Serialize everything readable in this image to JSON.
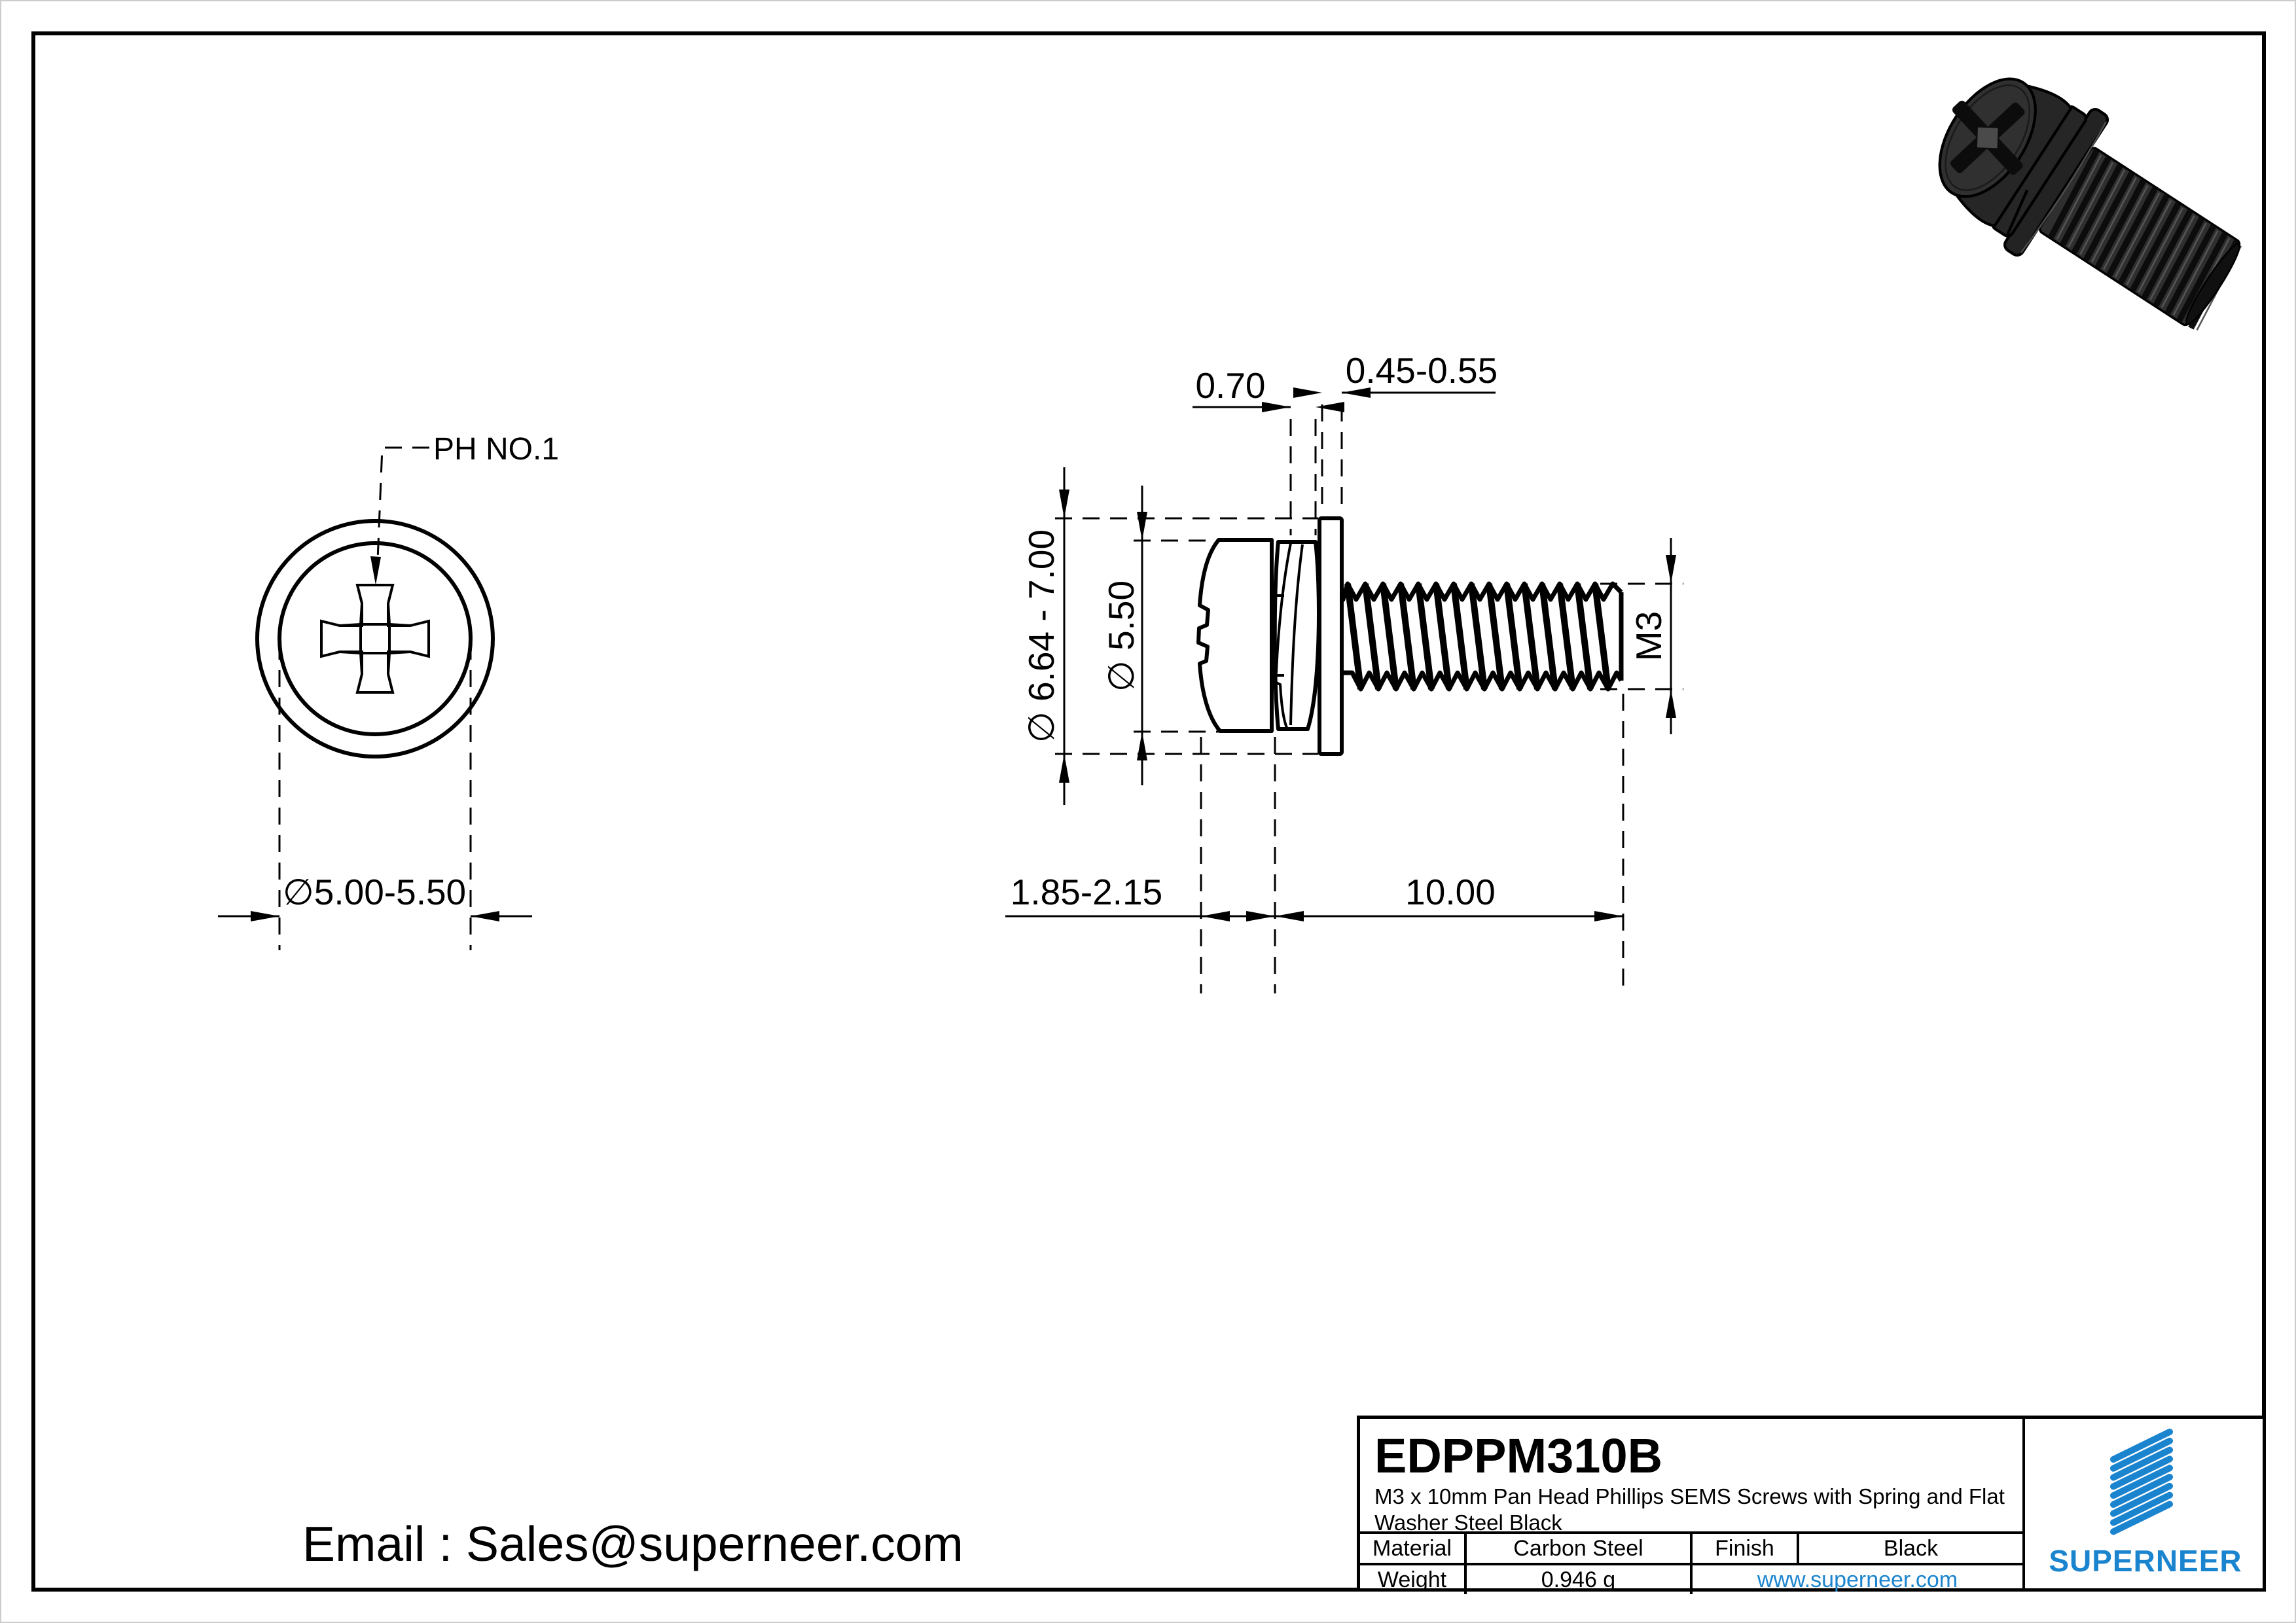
{
  "drawing": {
    "ph_label": "PH NO.1",
    "front_diameter": "∅5.00-5.50",
    "washer_od": "∅ 6.64 - 7.00",
    "head_diameter": "∅ 5.50",
    "spring_washer_width": "0.70",
    "flat_washer_thickness": "0.45-0.55",
    "head_height": "1.85-2.15",
    "thread_length": "10.00",
    "thread_spec": "M3"
  },
  "footer": {
    "email": "Email : Sales@superneer.com"
  },
  "title_block": {
    "part_number": "EDPPM310B",
    "description_line1": "M3 x 10mm Pan Head Phillips SEMS Screws with Spring and Flat",
    "description_line2": "Washer Steel Black",
    "material_label": "Material",
    "material_value": "Carbon Steel",
    "finish_label": "Finish",
    "finish_value": "Black",
    "weight_label": "Weight",
    "weight_value": "0.946 g",
    "website": "www.superneer.com",
    "brand": "SUPERNEER"
  },
  "colors": {
    "accent_blue": "#1b84cf",
    "line": "#000000",
    "background": "#ffffff",
    "screw_render": "#222222"
  }
}
